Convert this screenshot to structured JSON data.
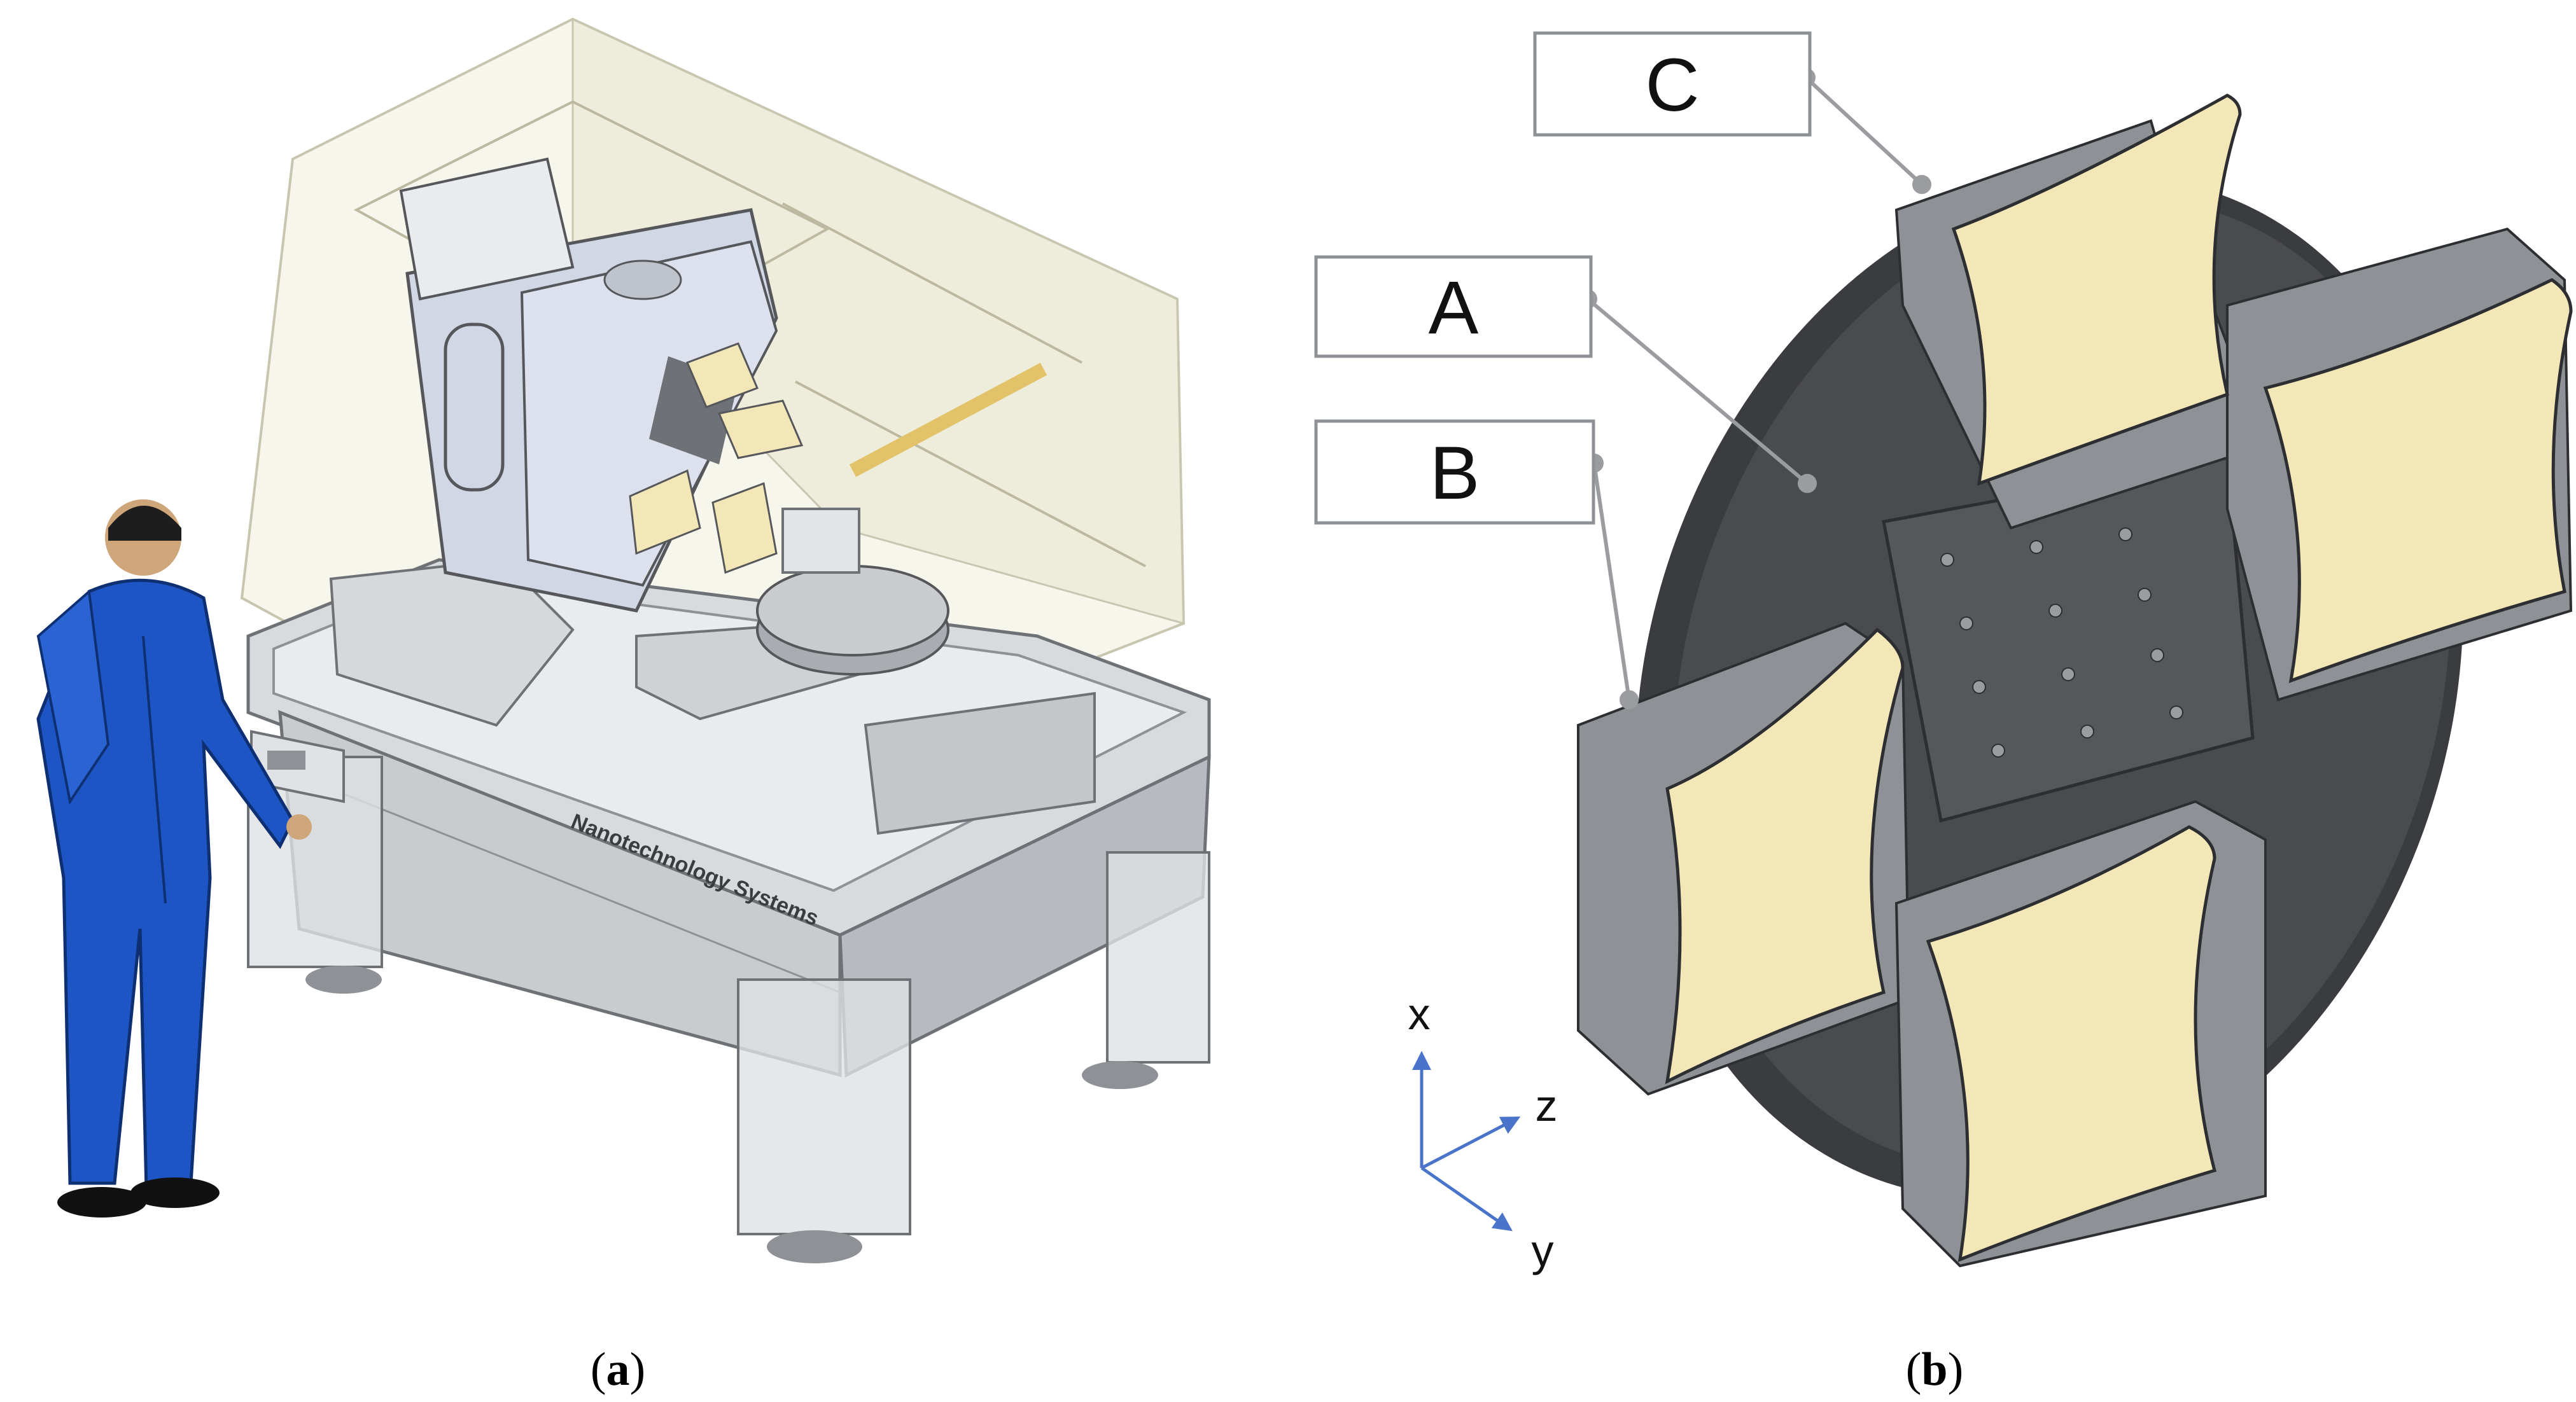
{
  "figure": {
    "panel_a": {
      "caption_open": "(",
      "caption_letter": "a",
      "caption_close": ")",
      "label_text": "Nanotechnology Systems"
    },
    "panel_b": {
      "caption_open": "(",
      "caption_letter": "b",
      "caption_close": ")",
      "callouts": {
        "a": "A",
        "b": "B",
        "c": "C"
      },
      "axes": {
        "x": "x",
        "y": "y",
        "z": "z"
      }
    }
  },
  "colors": {
    "machine_gray": "#c9cbcf",
    "machine_dark": "#8e9196",
    "enclosure": "#efeedd",
    "operator_blue": "#1d56c4",
    "pad_cream": "#f3e6b7",
    "tool_dark": "#55575b",
    "axis_arrow": "#4a74c9"
  }
}
